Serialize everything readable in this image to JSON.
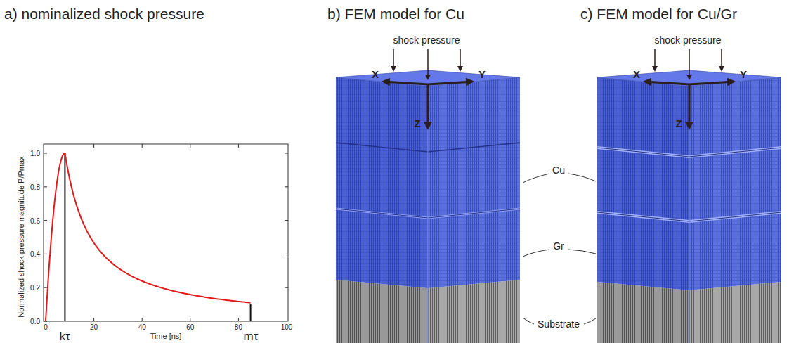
{
  "diagram": {
    "labels": [
      "a) nominalized shock pressure",
      "b) FEM model for Cu",
      "c) FEM model for Cu/Gr",
      "Normalized shock pressure magnitude P/Pmax",
      "1.0",
      "0.8",
      "0.6",
      "0.4",
      "0.2",
      "0.0",
      "0",
      "20",
      "40",
      "60",
      "80",
      "100",
      "Time [ns]",
      "kτ",
      "mτ",
      "shock pressure",
      "X",
      "Y",
      "Z",
      "shock pressure",
      "X",
      "Y",
      "Z",
      "Cu",
      "Gr",
      "Substrate"
    ]
  }
}
